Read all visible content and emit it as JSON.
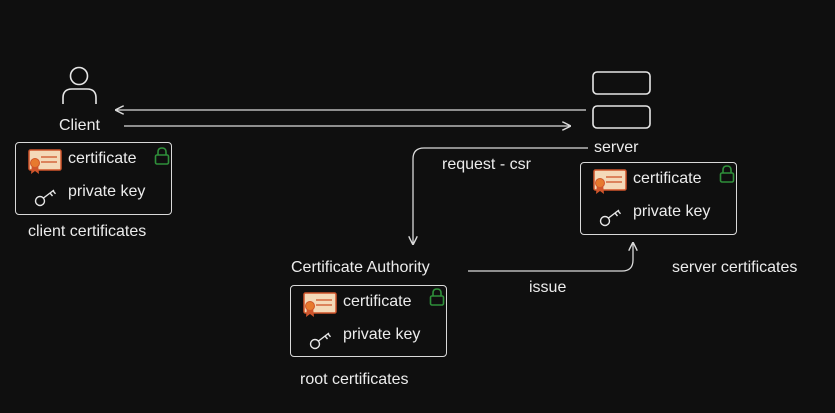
{
  "client": {
    "label": "Client",
    "caption": "client certificates",
    "certificate_label": "certificate",
    "key_label": "private key"
  },
  "server": {
    "label": "server",
    "caption": "server certificates",
    "certificate_label": "certificate",
    "key_label": "private key"
  },
  "ca": {
    "label": "Certificate Authority",
    "caption": "root certificates",
    "certificate_label": "certificate",
    "key_label": "private key"
  },
  "edges": {
    "request_label": "request - csr",
    "issue_label": "issue"
  },
  "colors": {
    "background": "#0f0f0f",
    "text": "#ececec",
    "line": "#d9d9d9",
    "certificate_fill": "#f4d9b8",
    "certificate_accent": "#d0552b",
    "lock": "#2f8f3a"
  },
  "icons": {
    "user": "user-icon",
    "server": "server-icon",
    "certificate": "certificate-icon",
    "key": "key-icon",
    "lock": "lock-icon"
  }
}
